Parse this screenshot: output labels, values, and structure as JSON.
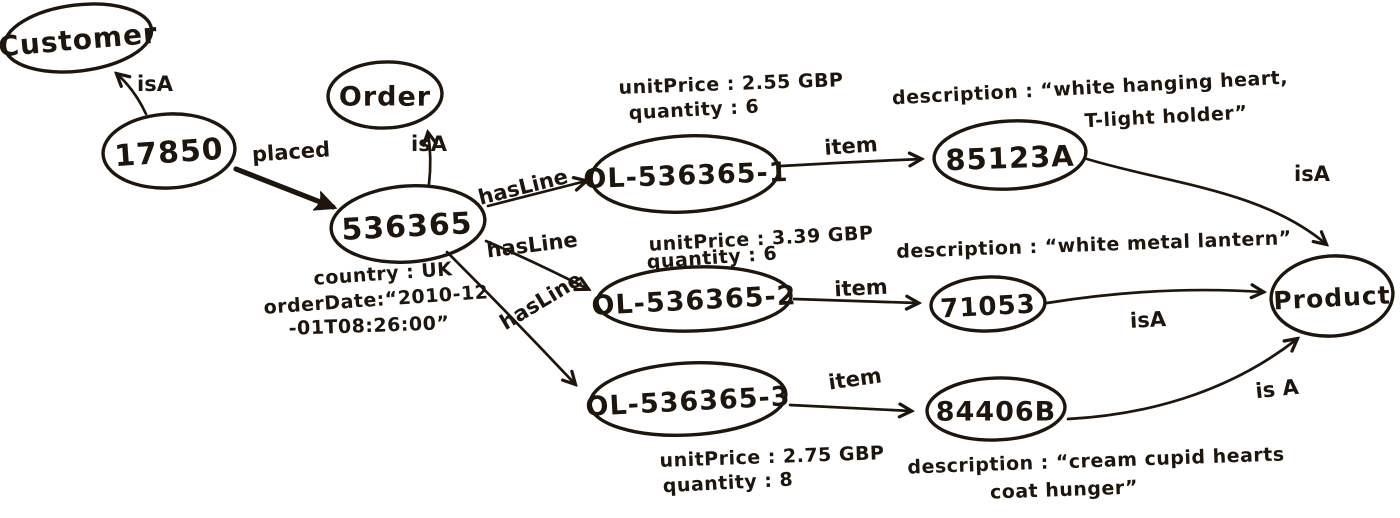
{
  "diagram": {
    "kind": "hand-drawn knowledge graph",
    "colors": {
      "ink": "#1e150d",
      "paper": "#ffffff"
    }
  },
  "nodes": {
    "customer": {
      "label": "Customer"
    },
    "order": {
      "label": "Order"
    },
    "product": {
      "label": "Product"
    },
    "c17850": {
      "label": "17850"
    },
    "o536365": {
      "label": "536365",
      "props": [
        "country : UK",
        "orderDate:“2010-12",
        "-01T08:26:00”"
      ]
    },
    "ol1": {
      "label": "OL-536365-1",
      "props": [
        "unitPrice : 2.55 GBP",
        "quantity : 6"
      ]
    },
    "ol2": {
      "label": "OL-536365-2",
      "props": [
        "unitPrice : 3.39 GBP",
        "quantity : 6"
      ]
    },
    "ol3": {
      "label": "OL-536365-3",
      "props": [
        "unitPrice : 2.75 GBP",
        "quantity : 8"
      ]
    },
    "p85123a": {
      "label": "85123A",
      "props": [
        "description : “white hanging heart,",
        "T-light holder”"
      ]
    },
    "p71053": {
      "label": "71053",
      "props": [
        "description : “white metal lantern”"
      ]
    },
    "p84406b": {
      "label": "84406B",
      "props": [
        "description : “cream cupid hearts",
        "coat hunger”"
      ]
    }
  },
  "edges": {
    "isa_c17850_customer": {
      "label": "isA"
    },
    "placed": {
      "label": "placed"
    },
    "isa_o536365_order": {
      "label": "isA"
    },
    "hasline_1": {
      "label": "hasLine"
    },
    "hasline_2": {
      "label": "hasLine"
    },
    "hasline_3": {
      "label": "hasLine"
    },
    "item_1": {
      "label": "item"
    },
    "item_2": {
      "label": "item"
    },
    "item_3": {
      "label": "item"
    },
    "isa_85123a_product": {
      "label": "isA"
    },
    "isa_71053_product": {
      "label": "isA"
    },
    "isa_84406b_product": {
      "label": "is A"
    }
  }
}
